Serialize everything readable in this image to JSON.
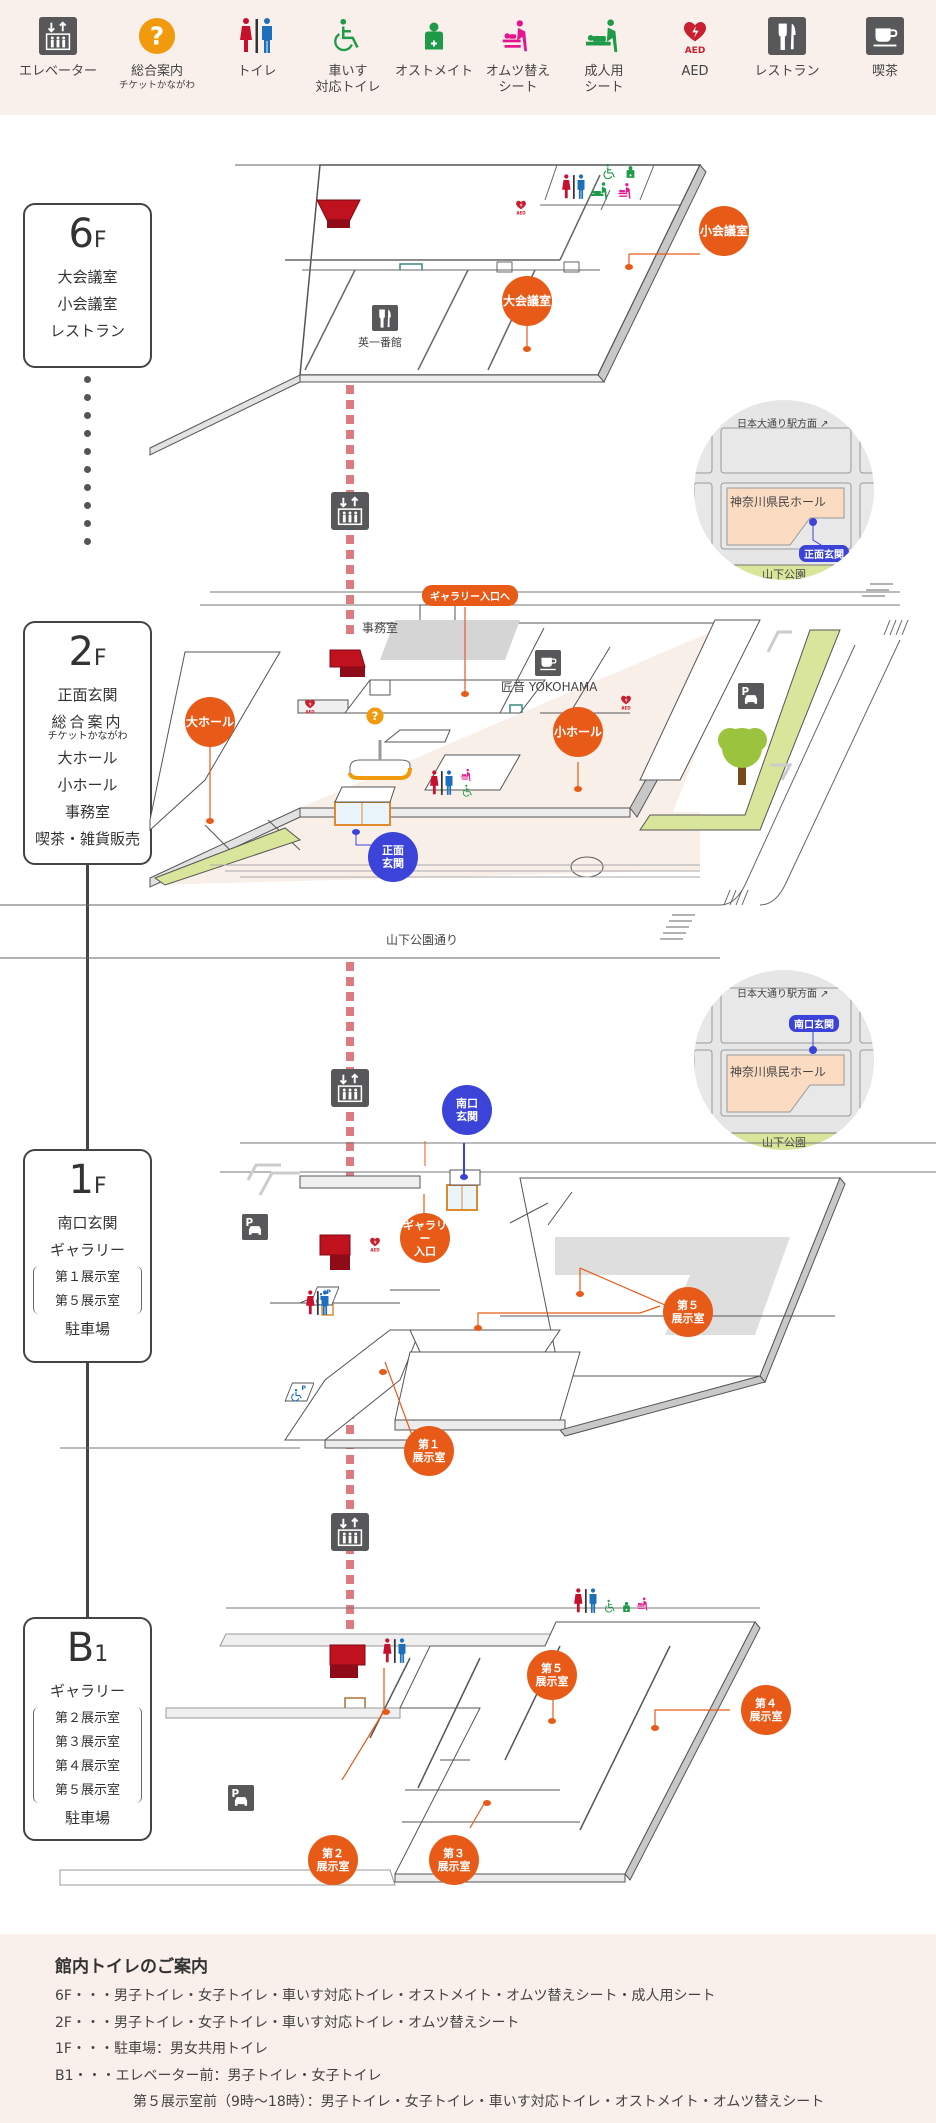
{
  "legend": [
    {
      "icon": "elevator-icon",
      "label": "エレベーター",
      "sub": ""
    },
    {
      "icon": "information-icon",
      "label": "総合案内",
      "sub": "チケットかながわ"
    },
    {
      "icon": "toilet-icon",
      "label": "トイレ",
      "sub": ""
    },
    {
      "icon": "wheelchair-icon",
      "label": "車いす\n対応トイレ",
      "sub": ""
    },
    {
      "icon": "ostomate-icon",
      "label": "オストメイト",
      "sub": ""
    },
    {
      "icon": "diaper-changing-icon",
      "label": "オムツ替え\nシート",
      "sub": ""
    },
    {
      "icon": "adult-changing-icon",
      "label": "成人用\nシート",
      "sub": ""
    },
    {
      "icon": "aed-icon",
      "label": "AED",
      "sub": ""
    },
    {
      "icon": "restaurant-icon",
      "label": "レストラン",
      "sub": ""
    },
    {
      "icon": "cafe-icon",
      "label": "喫茶",
      "sub": ""
    }
  ],
  "colors": {
    "accent_orange": "#e85a18",
    "entrance_blue": "#3b43d9",
    "elevator_red": "#c0111f",
    "legend_bg": "#f9f0eb",
    "park_green": "#d8e59a",
    "plaza_pink": "#f8efe9",
    "info_orange": "#f29a0d"
  },
  "floors": {
    "f6": {
      "label": "6",
      "suffix": "F",
      "items": [
        "大会議室",
        "小会議室",
        "レストラン"
      ],
      "map": {
        "restaurant_name": "英一番館",
        "pins": [
          "大会議室",
          "小会議室"
        ],
        "aed_label": "AED"
      }
    },
    "f2": {
      "label": "2",
      "suffix": "F",
      "items": [
        "正面玄関",
        "総合案内",
        "大ホール",
        "小ホール",
        "事務室",
        "喫茶・雑貨販売"
      ],
      "info_sub": "チケットかながわ",
      "map": {
        "office": "事務室",
        "cafe_name": "匠音 YOKOHAMA",
        "gallery_tag": "ギャラリー入口へ",
        "pins": [
          "大ホール",
          "小ホール"
        ],
        "entrance_pin": "正面\n玄関",
        "street": "山下公園通り",
        "aed_label": "AED"
      },
      "inset": {
        "north": "日本大通り駅方面 ↗",
        "building": "神奈川県民ホール",
        "entrance": "正面玄関",
        "park": "山下公園"
      }
    },
    "f1": {
      "label": "1",
      "suffix": "F",
      "items": [
        "南口玄関",
        "ギャラリー"
      ],
      "bracket": [
        "第１展示室",
        "第５展示室"
      ],
      "items_after": [
        "駐車場"
      ],
      "map": {
        "entrance_pin": "南口\n玄関",
        "gallery_pin": "ギャラリー\n入口",
        "pins": [
          "第１\n展示室",
          "第５\n展示室"
        ],
        "aed_label": "AED"
      },
      "inset": {
        "north": "日本大通り駅方面 ↗",
        "building": "神奈川県民ホール",
        "entrance": "南口玄関",
        "park": "山下公園"
      }
    },
    "b1": {
      "label": "B",
      "suffix": "1",
      "items": [
        "ギャラリー"
      ],
      "bracket": [
        "第２展示室",
        "第３展示室",
        "第４展示室",
        "第５展示室"
      ],
      "items_after": [
        "駐車場"
      ],
      "map": {
        "pins": [
          "第２\n展示室",
          "第３\n展示室",
          "第４\n展示室",
          "第５\n展示室"
        ]
      }
    }
  },
  "toilet_guide": {
    "title": "館内トイレのご案内",
    "rows": [
      "6F・・・男子トイレ・女子トイレ・車いす対応トイレ・オストメイト・オムツ替えシート・成人用シート",
      "2F・・・男子トイレ・女子トイレ・車いす対応トイレ・オムツ替えシート",
      "1F・・・駐車場：男女共用トイレ",
      "B1・・・エレベーター前：男子トイレ・女子トイレ"
    ],
    "indent_row": "第５展示室前（9時〜18時）：男子トイレ・女子トイレ・車いす対応トイレ・オストメイト・オムツ替えシート"
  }
}
